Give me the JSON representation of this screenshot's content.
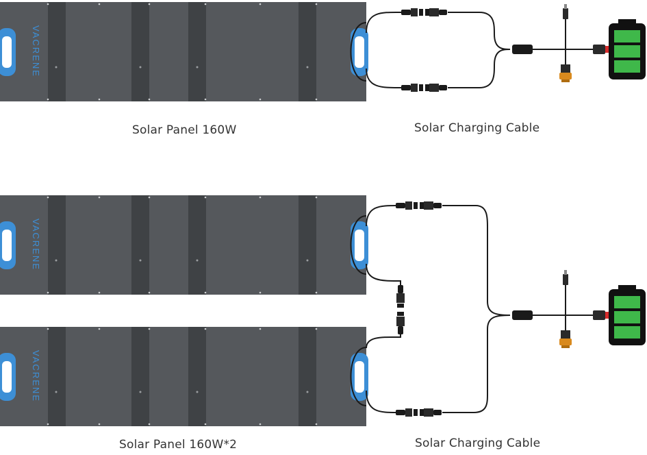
{
  "diagrams": [
    {
      "panel_label": "Solar Panel 160W",
      "cable_label": "Solar Charging Cable",
      "panel_brand": "VACRENE"
    },
    {
      "panel_label": "Solar Panel 160W*2",
      "cable_label": "Solar Charging Cable",
      "panel_brand": "VACRENE"
    }
  ],
  "colors": {
    "panel_body": "#55585c",
    "panel_strip": "#3f4245",
    "handle": "#3d8fd6",
    "cable": "#1a1a1a",
    "battery_fill": "#3fb84a",
    "battery_body": "#111111",
    "xt60_yellow": "#d98a1e",
    "anderson_red": "#d62b2b"
  }
}
